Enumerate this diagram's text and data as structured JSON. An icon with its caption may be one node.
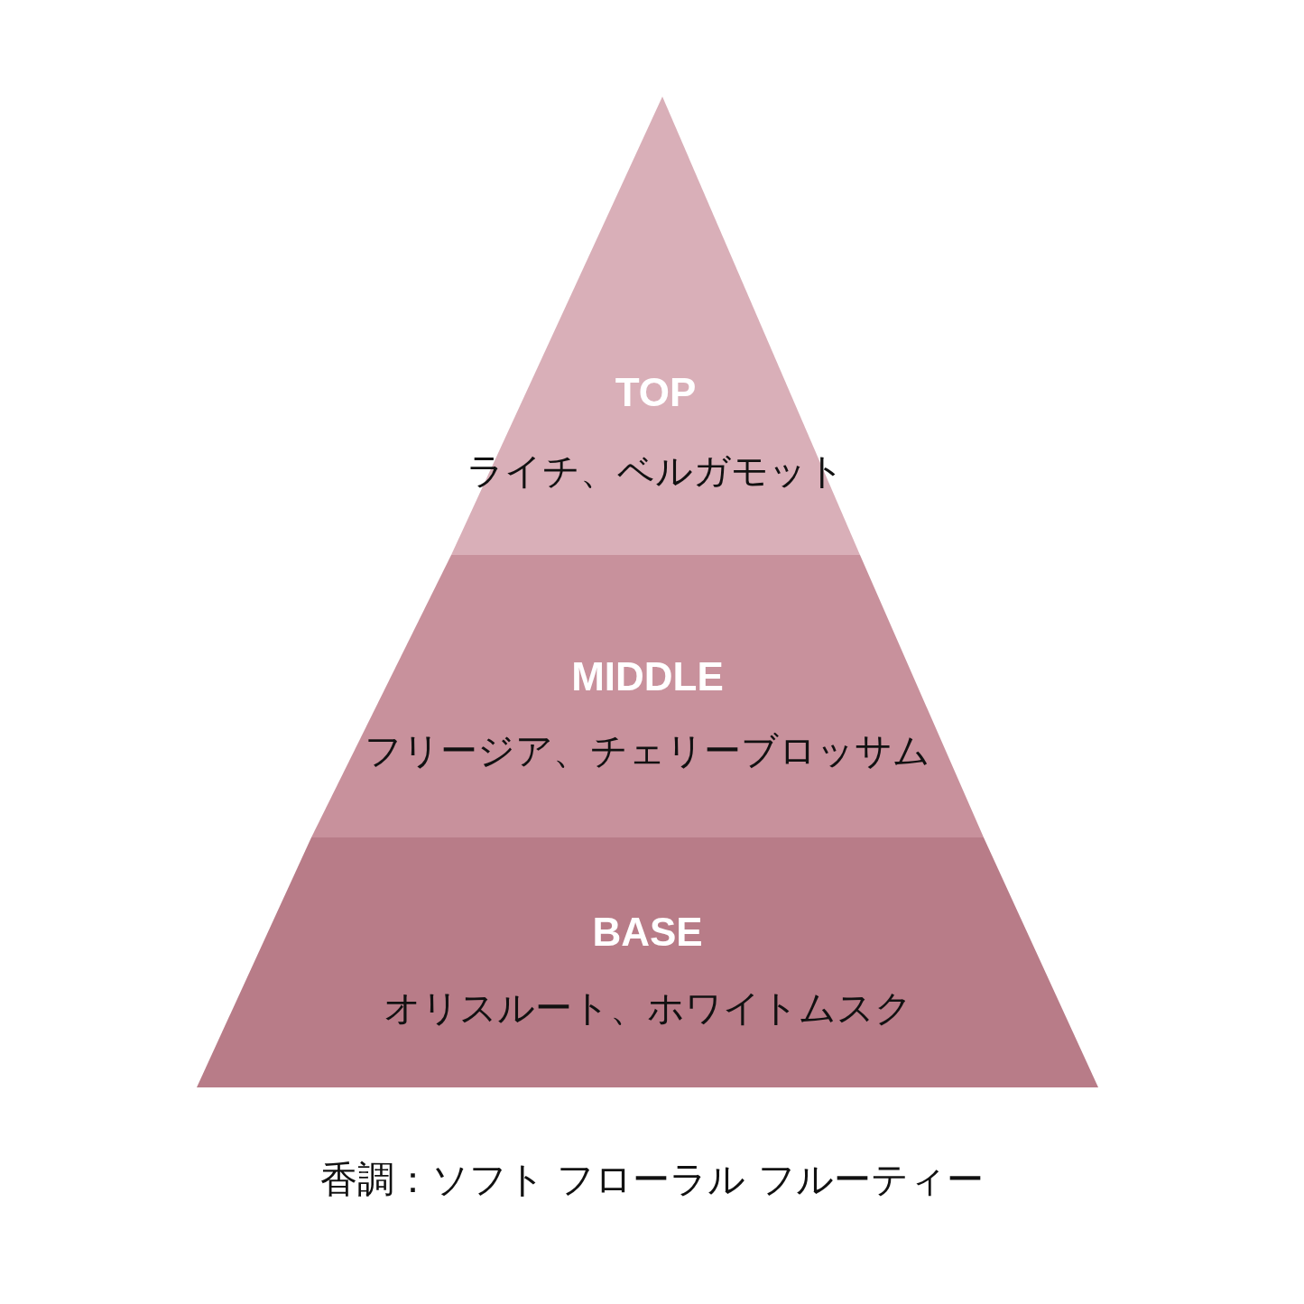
{
  "diagram": {
    "caption": "香調：ソフト フローラル フルーティー",
    "nodes": [
      {
        "text": [
          "TOP",
          "ライチ、ベルガモット"
        ]
      },
      {
        "text": [
          "MIDDLE",
          "フリージア、チェリーブロッサム"
        ]
      },
      {
        "text": [
          "BASE",
          "オリスルート、ホワイトムスク"
        ]
      }
    ]
  }
}
